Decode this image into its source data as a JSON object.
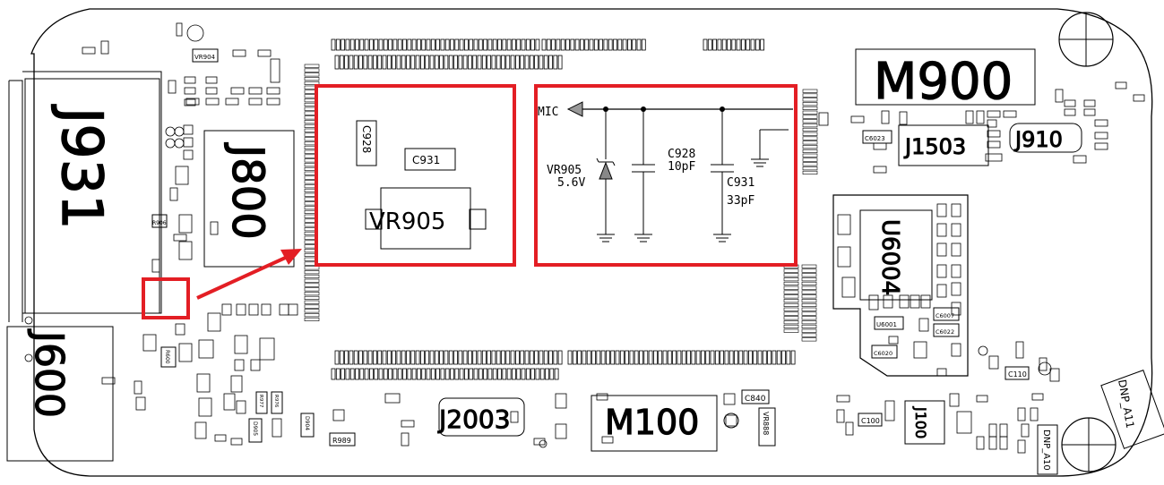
{
  "board": {
    "components": {
      "m900": "M900",
      "j1503": "J1503",
      "j910": "J910",
      "j931": "J931",
      "j800": "J800",
      "j600": "J600",
      "j2003": "J2003",
      "m100": "M100",
      "u6004": "U6004",
      "j100": "J100",
      "dnp_a11": "DNP_A11",
      "dnp_a10": "DNP_A10",
      "c840": "C840",
      "c110": "C110",
      "c100": "C100",
      "vr888": "VR888",
      "r989": "R989",
      "c6023": "C6023",
      "u6001": "U6001",
      "c6020": "C6020",
      "c6007": "C6007",
      "c6022": "C6022",
      "vr904": "VR904",
      "r906": "R906",
      "r600": "R600",
      "d905": "D905",
      "d904": "D904",
      "r977": "R977",
      "r976": "R976"
    }
  },
  "zoom_layout": {
    "c928": "C928",
    "c931": "C931",
    "vr905": "VR905"
  },
  "zoom_schematic": {
    "mic": "MIC",
    "vr905_name": "VR905",
    "vr905_value": "5.6V",
    "c928_name": "C928",
    "c928_value": "10pF",
    "c931_name": "C931",
    "c931_value": "33pF"
  },
  "colors": {
    "highlight": "#e31e24",
    "ink": "#000000",
    "diode_fill": "#888888"
  }
}
